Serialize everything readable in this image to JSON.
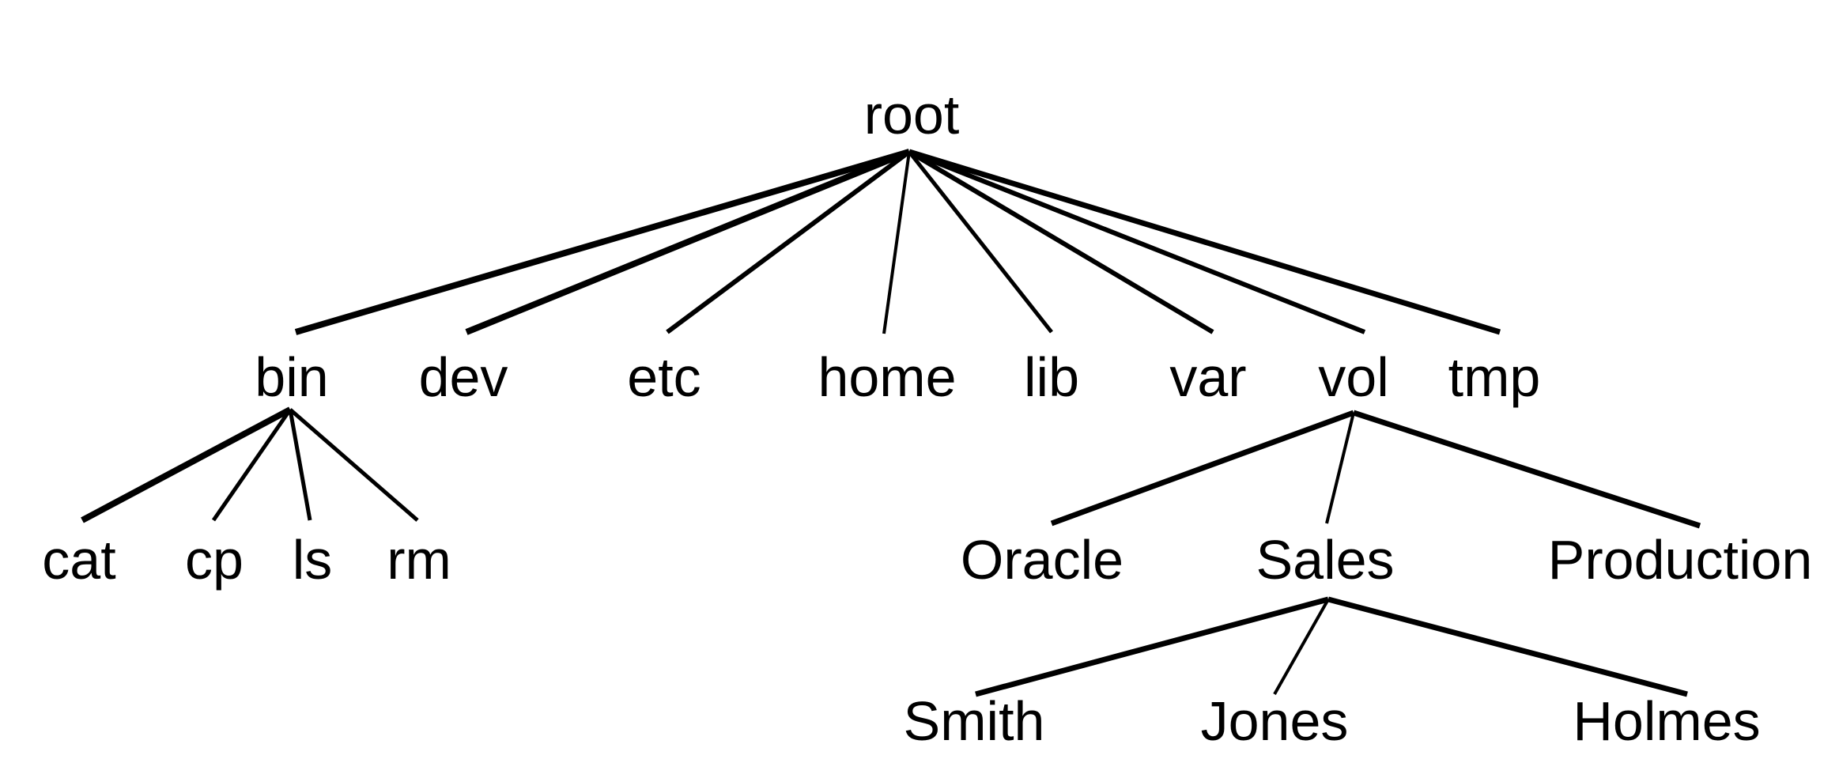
{
  "diagram": {
    "type": "tree",
    "description": "Unix filesystem directory hierarchy tree",
    "colors": {
      "background": "#ffffff",
      "text": "#000000",
      "line": "#000000"
    },
    "nodes": {
      "root": {
        "label": "root",
        "level": 0
      },
      "bin": {
        "label": "bin",
        "level": 1
      },
      "dev": {
        "label": "dev",
        "level": 1
      },
      "etc": {
        "label": "etc",
        "level": 1
      },
      "home": {
        "label": "home",
        "level": 1
      },
      "lib": {
        "label": "lib",
        "level": 1
      },
      "var": {
        "label": "var",
        "level": 1
      },
      "vol": {
        "label": "vol",
        "level": 1
      },
      "tmp": {
        "label": "tmp",
        "level": 1
      },
      "cat": {
        "label": "cat",
        "level": 2
      },
      "cp": {
        "label": "cp",
        "level": 2
      },
      "ls": {
        "label": "ls",
        "level": 2
      },
      "rm": {
        "label": "rm",
        "level": 2
      },
      "oracle": {
        "label": "Oracle",
        "level": 2
      },
      "sales": {
        "label": "Sales",
        "level": 2
      },
      "production": {
        "label": "Production",
        "level": 2
      },
      "smith": {
        "label": "Smith",
        "level": 3
      },
      "jones": {
        "label": "Jones",
        "level": 3
      },
      "holmes": {
        "label": "Holmes",
        "level": 3
      }
    },
    "hierarchy": {
      "root": [
        "bin",
        "dev",
        "etc",
        "home",
        "lib",
        "var",
        "vol",
        "tmp"
      ],
      "bin": [
        "cat",
        "cp",
        "ls",
        "rm"
      ],
      "vol": [
        "oracle",
        "sales",
        "production"
      ],
      "sales": [
        "smith",
        "jones",
        "holmes"
      ]
    }
  }
}
